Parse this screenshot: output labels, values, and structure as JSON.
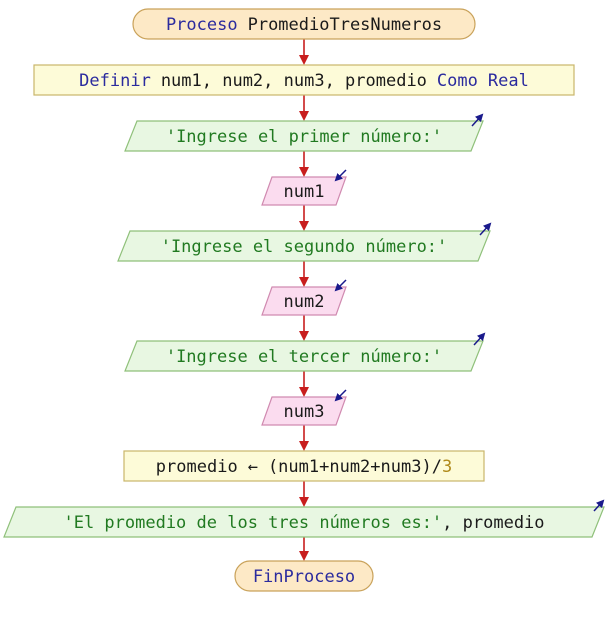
{
  "nodes": {
    "start": {
      "keyword": "Proceso",
      "name": "PromedioTresNumeros"
    },
    "define": {
      "keyword": "Definir",
      "vars": "num1, num2, num3, promedio",
      "keyword2": "Como",
      "type": "Real"
    },
    "out1": {
      "text": "'Ingrese el primer número:'"
    },
    "in1": {
      "text": "num1"
    },
    "out2": {
      "text": "'Ingrese el segundo número:'"
    },
    "in2": {
      "text": "num2"
    },
    "out3": {
      "text": "'Ingrese el tercer número:'"
    },
    "in3": {
      "text": "num3"
    },
    "assign": {
      "lhs": "promedio",
      "arrow": "←",
      "expr": "(num1+num2+num3)/",
      "divisor": "3"
    },
    "out4": {
      "str": "'El promedio de los tres números es:'",
      "rest": ", promedio"
    },
    "end": {
      "keyword": "FinProceso"
    }
  },
  "colors": {
    "terminal_fill": "#fde9c6",
    "process_fill": "#fdfbd8",
    "output_fill": "#e8f7e2",
    "input_fill": "#fbdcef",
    "arrow": "#c81e1e",
    "io_arrow": "#1a1a8c"
  },
  "icons": {
    "output": "arrow-up-right-icon",
    "input": "arrow-down-left-icon"
  }
}
